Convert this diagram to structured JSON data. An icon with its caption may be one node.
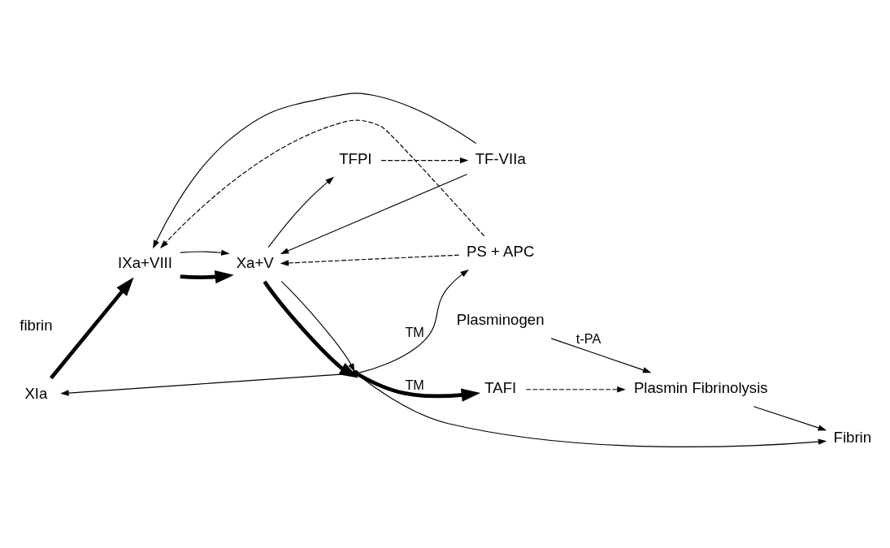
{
  "diagram": {
    "nodes": [
      {
        "text": [
          "XIa"
        ]
      },
      {
        "text": [
          "PS + APC"
        ]
      },
      {
        "text": [
          "IXa+VIII"
        ]
      },
      {
        "text": [
          "Plasminogen"
        ]
      },
      {
        "text": [
          "TF-VIIa"
        ]
      },
      {
        "text": [
          "Xa+V"
        ]
      },
      {
        "text": [],
        "shape": "point"
      },
      {
        "text": [
          "Fibrin"
        ]
      },
      {
        "text": [
          "Plasmin Fibrinolysis"
        ]
      },
      {
        "text": [
          "TFPI"
        ]
      },
      {
        "text": [
          "TAFI"
        ]
      }
    ],
    "edges": [
      {
        "from": 0,
        "to": 2,
        "arrow": "to",
        "style": "thick"
      },
      {
        "from": 6,
        "to": 0,
        "arrow": "to"
      },
      {
        "from": 1,
        "to": 2,
        "arrow": "to",
        "style": "dashed"
      },
      {
        "from": 2,
        "to": 5,
        "arrow": "to",
        "style": "thick"
      },
      {
        "from": 2,
        "to": 5,
        "arrow": "to"
      },
      {
        "from": 1,
        "to": 5,
        "arrow": "to",
        "style": "dashed"
      },
      {
        "from": 4,
        "to": 2,
        "arrow": "to"
      },
      {
        "from": 4,
        "to": 5,
        "arrow": "to"
      },
      {
        "from": 5,
        "to": 6,
        "arrow": "to",
        "style": "thick"
      },
      {
        "from": 5,
        "to": 6,
        "arrow": "to"
      },
      {
        "from": 6,
        "to": 1,
        "arrow": "to",
        "label": "TM"
      },
      {
        "from": 6,
        "to": 7,
        "arrow": "to"
      },
      {
        "from": 8,
        "to": 7,
        "arrow": "to"
      },
      {
        "from": 3,
        "to": 8,
        "arrow": "to",
        "label": "t-PA"
      },
      {
        "from": 5,
        "to": 9,
        "arrow": "to"
      },
      {
        "from": 9,
        "to": 4,
        "arrow": "to",
        "style": "dashed"
      },
      {
        "from": 6,
        "to": 10,
        "arrow": "to",
        "style": "thick",
        "label": "TM"
      },
      {
        "from": 10,
        "to": 8,
        "arrow": "to",
        "style": "dashed"
      }
    ],
    "labels": [
      "fibrin"
    ]
  }
}
